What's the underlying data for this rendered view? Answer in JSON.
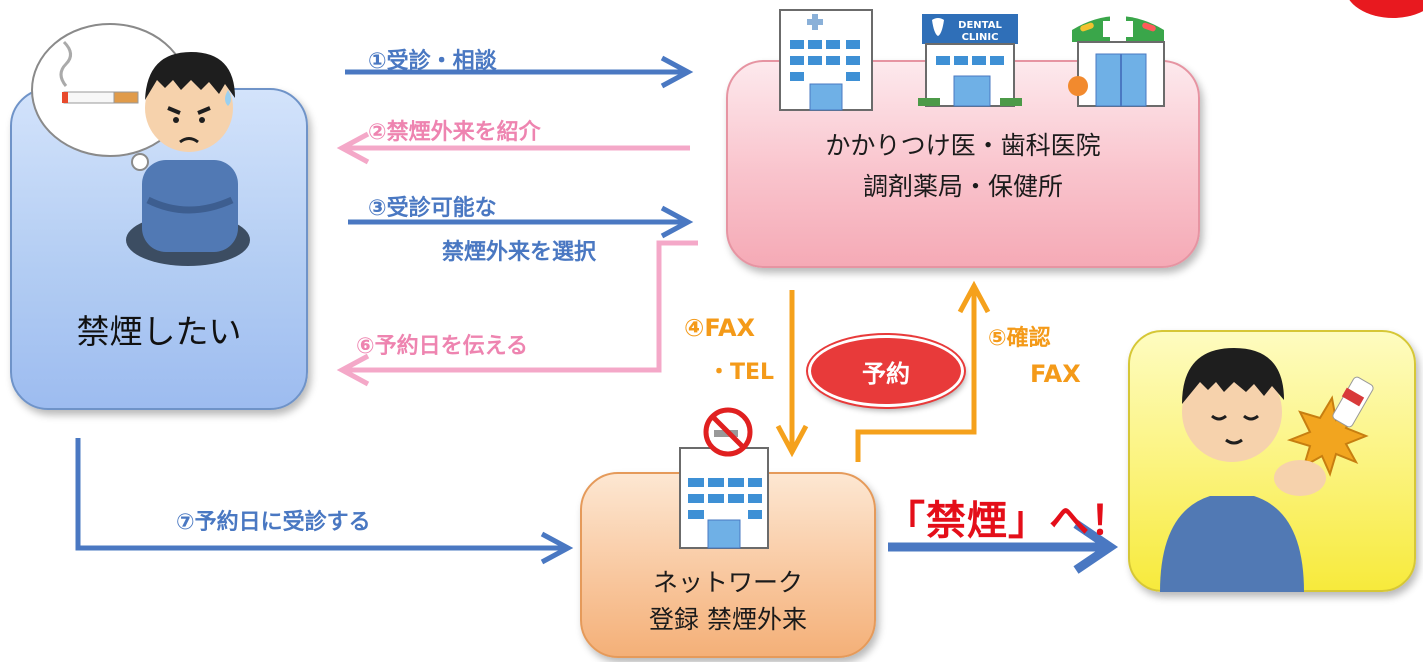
{
  "patient": {
    "label": "禁煙したい"
  },
  "providers": {
    "line1": "かかりつけ医・歯科医院",
    "line2": "調剤薬局・保健所"
  },
  "clinic": {
    "line1": "ネットワーク",
    "line2": "登録 禁煙外来"
  },
  "steps": {
    "s1": "①受診・相談",
    "s2": "②禁煙外来を紹介",
    "s3a": "③受診可能な",
    "s3b": "禁煙外来を選択",
    "s4a": "④FAX",
    "s4b": "・TEL",
    "s5a": "⑤確認",
    "s5b": "FAX",
    "s6": "⑥予約日を伝える",
    "s7": "⑦予約日に受診する"
  },
  "reservation": {
    "label": "予約"
  },
  "goal": {
    "text": "「禁煙」へ！"
  },
  "colors": {
    "blue": "#4a78c2",
    "pink": "#f4a8c8",
    "orange": "#f5a11c",
    "red": "#e40e19"
  },
  "icons": [
    "smoking-thought-bubble-icon",
    "worried-man-icon",
    "hospital-building-icon",
    "dental-clinic-icon",
    "pharmacy-icon",
    "no-smoking-hospital-icon",
    "relieved-man-icon"
  ],
  "dental_sign": {
    "line1": "DENTAL",
    "line2": "CLINIC"
  }
}
